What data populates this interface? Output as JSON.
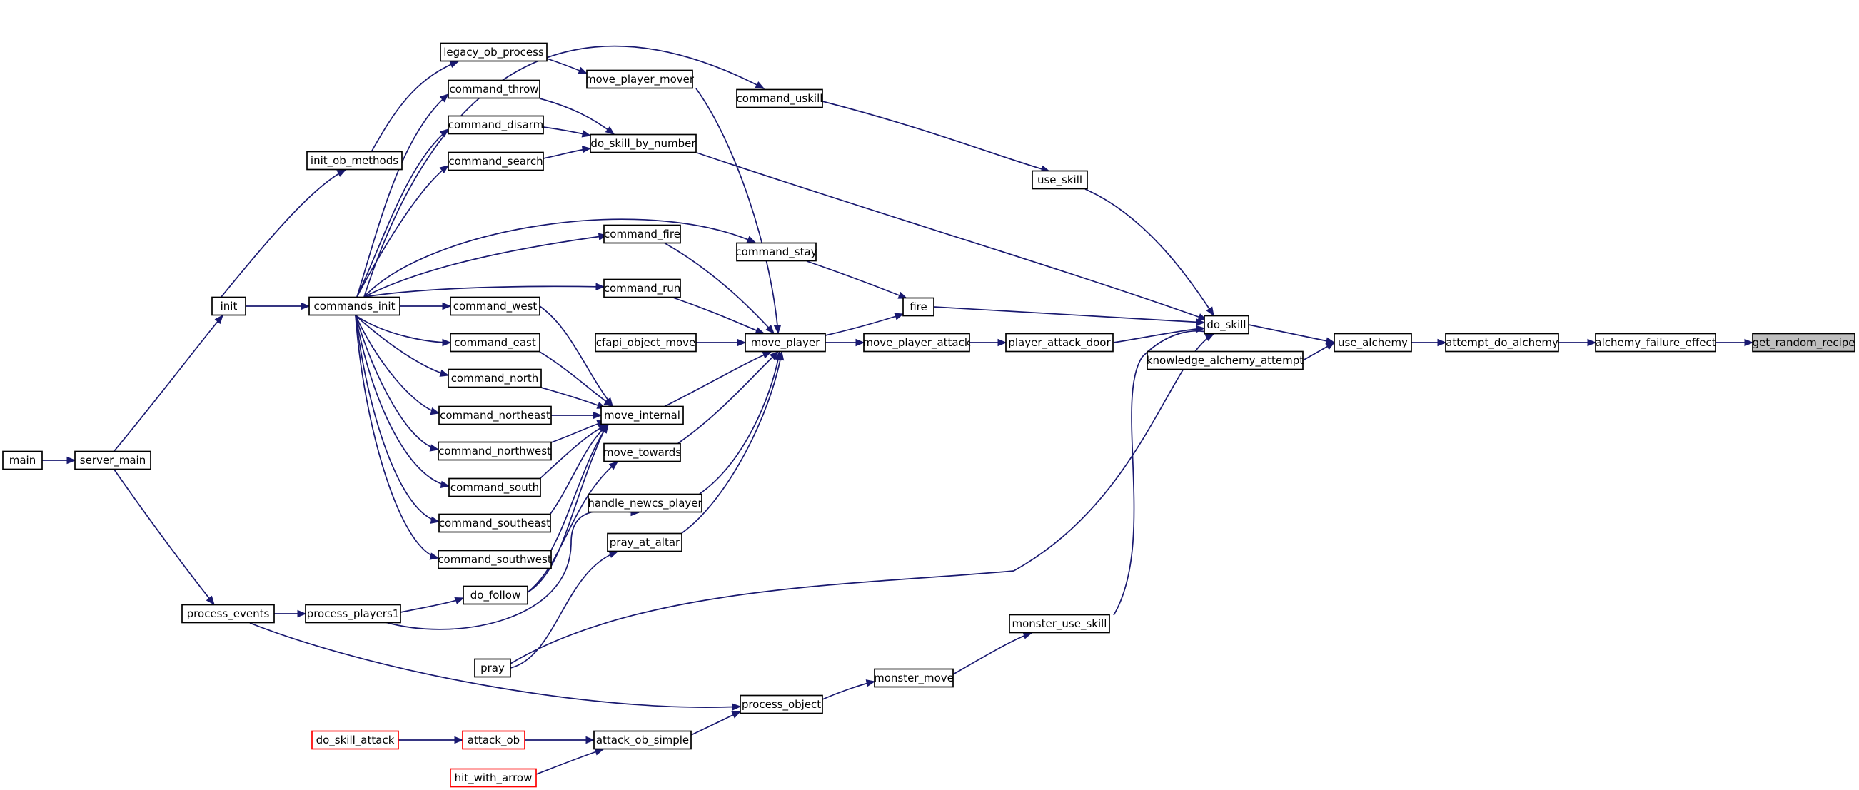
{
  "graph": {
    "title": "",
    "edge_color": "#191970",
    "truncated_border_color": "#ff0000",
    "focus_fill_color": "#bfbfbf",
    "nodes": [
      {
        "id": "get_random_recipe",
        "label": "get_random_recipe",
        "style": "focus"
      },
      {
        "id": "alchemy_failure_effect",
        "label": "alchemy_failure_effect",
        "style": "normal"
      },
      {
        "id": "attempt_do_alchemy",
        "label": "attempt_do_alchemy",
        "style": "normal"
      },
      {
        "id": "use_alchemy",
        "label": "use_alchemy",
        "style": "normal"
      },
      {
        "id": "do_skill",
        "label": "do_skill",
        "style": "normal"
      },
      {
        "id": "knowledge_alchemy_attempt",
        "label": "knowledge_alchemy_attempt",
        "style": "normal"
      },
      {
        "id": "do_skill_by_number",
        "label": "do_skill_by_number",
        "style": "normal"
      },
      {
        "id": "fire",
        "label": "fire",
        "style": "normal"
      },
      {
        "id": "use_skill",
        "label": "use_skill",
        "style": "normal"
      },
      {
        "id": "player_attack_door",
        "label": "player_attack_door",
        "style": "normal"
      },
      {
        "id": "pray",
        "label": "pray",
        "style": "normal"
      },
      {
        "id": "monster_use_skill",
        "label": "monster_use_skill",
        "style": "normal"
      },
      {
        "id": "command_uskill",
        "label": "command_uskill",
        "style": "normal"
      },
      {
        "id": "command_stay",
        "label": "command_stay",
        "style": "normal"
      },
      {
        "id": "move_player_attack",
        "label": "move_player_attack",
        "style": "normal"
      },
      {
        "id": "move_player",
        "label": "move_player",
        "style": "normal"
      },
      {
        "id": "monster_move",
        "label": "monster_move",
        "style": "normal"
      },
      {
        "id": "process_object",
        "label": "process_object",
        "style": "normal"
      },
      {
        "id": "attack_ob_simple",
        "label": "attack_ob_simple",
        "style": "normal"
      },
      {
        "id": "attack_ob",
        "label": "attack_ob",
        "style": "truncated"
      },
      {
        "id": "hit_with_arrow",
        "label": "hit_with_arrow",
        "style": "truncated"
      },
      {
        "id": "do_skill_attack",
        "label": "do_skill_attack",
        "style": "truncated"
      },
      {
        "id": "move_player_mover",
        "label": "move_player_mover",
        "style": "normal"
      },
      {
        "id": "command_fire",
        "label": "command_fire",
        "style": "normal"
      },
      {
        "id": "command_run",
        "label": "command_run",
        "style": "normal"
      },
      {
        "id": "cfapi_object_move",
        "label": "cfapi_object_move",
        "style": "normal"
      },
      {
        "id": "move_internal",
        "label": "move_internal",
        "style": "normal"
      },
      {
        "id": "move_towards",
        "label": "move_towards",
        "style": "normal"
      },
      {
        "id": "handle_newcs_player",
        "label": "handle_newcs_player",
        "style": "normal"
      },
      {
        "id": "pray_at_altar",
        "label": "pray_at_altar",
        "style": "normal"
      },
      {
        "id": "legacy_ob_process",
        "label": "legacy_ob_process",
        "style": "normal"
      },
      {
        "id": "command_throw",
        "label": "command_throw",
        "style": "normal"
      },
      {
        "id": "command_disarm",
        "label": "command_disarm",
        "style": "normal"
      },
      {
        "id": "command_search",
        "label": "command_search",
        "style": "normal"
      },
      {
        "id": "command_west",
        "label": "command_west",
        "style": "normal"
      },
      {
        "id": "command_east",
        "label": "command_east",
        "style": "normal"
      },
      {
        "id": "command_north",
        "label": "command_north",
        "style": "normal"
      },
      {
        "id": "command_northeast",
        "label": "command_northeast",
        "style": "normal"
      },
      {
        "id": "command_northwest",
        "label": "command_northwest",
        "style": "normal"
      },
      {
        "id": "command_south",
        "label": "command_south",
        "style": "normal"
      },
      {
        "id": "command_southeast",
        "label": "command_southeast",
        "style": "normal"
      },
      {
        "id": "command_southwest",
        "label": "command_southwest",
        "style": "normal"
      },
      {
        "id": "do_follow",
        "label": "do_follow",
        "style": "normal"
      },
      {
        "id": "init_ob_methods",
        "label": "init_ob_methods",
        "style": "normal"
      },
      {
        "id": "commands_init",
        "label": "commands_init",
        "style": "normal"
      },
      {
        "id": "process_players1",
        "label": "process_players1",
        "style": "normal"
      },
      {
        "id": "init",
        "label": "init",
        "style": "normal"
      },
      {
        "id": "process_events",
        "label": "process_events",
        "style": "normal"
      },
      {
        "id": "server_main",
        "label": "server_main",
        "style": "normal"
      },
      {
        "id": "main",
        "label": "main",
        "style": "normal"
      }
    ],
    "edges": [
      {
        "from": "alchemy_failure_effect",
        "to": "get_random_recipe"
      },
      {
        "from": "attempt_do_alchemy",
        "to": "alchemy_failure_effect"
      },
      {
        "from": "use_alchemy",
        "to": "attempt_do_alchemy"
      },
      {
        "from": "do_skill",
        "to": "use_alchemy"
      },
      {
        "from": "knowledge_alchemy_attempt",
        "to": "use_alchemy"
      },
      {
        "from": "do_skill_by_number",
        "to": "do_skill"
      },
      {
        "from": "fire",
        "to": "do_skill"
      },
      {
        "from": "use_skill",
        "to": "do_skill"
      },
      {
        "from": "player_attack_door",
        "to": "do_skill"
      },
      {
        "from": "pray",
        "to": "do_skill"
      },
      {
        "from": "monster_use_skill",
        "to": "do_skill"
      },
      {
        "from": "command_uskill",
        "to": "use_skill"
      },
      {
        "from": "command_stay",
        "to": "fire"
      },
      {
        "from": "move_player",
        "to": "fire"
      },
      {
        "from": "move_player_attack",
        "to": "player_attack_door"
      },
      {
        "from": "move_player",
        "to": "move_player_attack"
      },
      {
        "from": "monster_move",
        "to": "monster_use_skill"
      },
      {
        "from": "process_object",
        "to": "monster_move"
      },
      {
        "from": "attack_ob_simple",
        "to": "process_object"
      },
      {
        "from": "attack_ob",
        "to": "attack_ob_simple"
      },
      {
        "from": "hit_with_arrow",
        "to": "attack_ob_simple"
      },
      {
        "from": "do_skill_attack",
        "to": "attack_ob"
      },
      {
        "from": "move_player_mover",
        "to": "move_player"
      },
      {
        "from": "command_fire",
        "to": "move_player"
      },
      {
        "from": "command_run",
        "to": "move_player"
      },
      {
        "from": "cfapi_object_move",
        "to": "move_player"
      },
      {
        "from": "move_internal",
        "to": "move_player"
      },
      {
        "from": "move_towards",
        "to": "move_player"
      },
      {
        "from": "handle_newcs_player",
        "to": "move_player"
      },
      {
        "from": "pray_at_altar",
        "to": "move_player"
      },
      {
        "from": "legacy_ob_process",
        "to": "move_player_mover"
      },
      {
        "from": "command_throw",
        "to": "do_skill_by_number"
      },
      {
        "from": "command_disarm",
        "to": "do_skill_by_number"
      },
      {
        "from": "command_search",
        "to": "do_skill_by_number"
      },
      {
        "from": "command_west",
        "to": "move_internal"
      },
      {
        "from": "command_east",
        "to": "move_internal"
      },
      {
        "from": "command_north",
        "to": "move_internal"
      },
      {
        "from": "command_northeast",
        "to": "move_internal"
      },
      {
        "from": "command_northwest",
        "to": "move_internal"
      },
      {
        "from": "command_south",
        "to": "move_internal"
      },
      {
        "from": "command_southeast",
        "to": "move_internal"
      },
      {
        "from": "command_southwest",
        "to": "move_internal"
      },
      {
        "from": "do_follow",
        "to": "move_internal"
      },
      {
        "from": "do_follow",
        "to": "move_towards"
      },
      {
        "from": "process_players1",
        "to": "do_follow"
      },
      {
        "from": "process_players1",
        "to": "handle_newcs_player"
      },
      {
        "from": "pray",
        "to": "pray_at_altar"
      },
      {
        "from": "init_ob_methods",
        "to": "legacy_ob_process"
      },
      {
        "from": "commands_init",
        "to": "command_uskill"
      },
      {
        "from": "commands_init",
        "to": "command_stay"
      },
      {
        "from": "commands_init",
        "to": "command_fire"
      },
      {
        "from": "commands_init",
        "to": "command_run"
      },
      {
        "from": "commands_init",
        "to": "command_throw"
      },
      {
        "from": "commands_init",
        "to": "command_disarm"
      },
      {
        "from": "commands_init",
        "to": "command_search"
      },
      {
        "from": "commands_init",
        "to": "command_west"
      },
      {
        "from": "commands_init",
        "to": "command_east"
      },
      {
        "from": "commands_init",
        "to": "command_north"
      },
      {
        "from": "commands_init",
        "to": "command_northeast"
      },
      {
        "from": "commands_init",
        "to": "command_northwest"
      },
      {
        "from": "commands_init",
        "to": "command_south"
      },
      {
        "from": "commands_init",
        "to": "command_southeast"
      },
      {
        "from": "commands_init",
        "to": "command_southwest"
      },
      {
        "from": "init",
        "to": "init_ob_methods"
      },
      {
        "from": "init",
        "to": "commands_init"
      },
      {
        "from": "process_events",
        "to": "process_players1"
      },
      {
        "from": "process_events",
        "to": "process_object"
      },
      {
        "from": "server_main",
        "to": "init"
      },
      {
        "from": "server_main",
        "to": "process_events"
      },
      {
        "from": "main",
        "to": "server_main"
      }
    ]
  }
}
